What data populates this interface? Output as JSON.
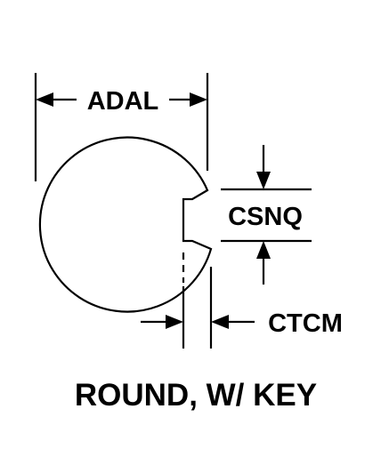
{
  "diagram": {
    "labels": {
      "width": "ADAL",
      "key_width": "CSNQ",
      "key_depth": "CTCM"
    },
    "caption": "ROUND, W/ KEY",
    "colors": {
      "line": "#000000",
      "background": "#ffffff"
    }
  }
}
